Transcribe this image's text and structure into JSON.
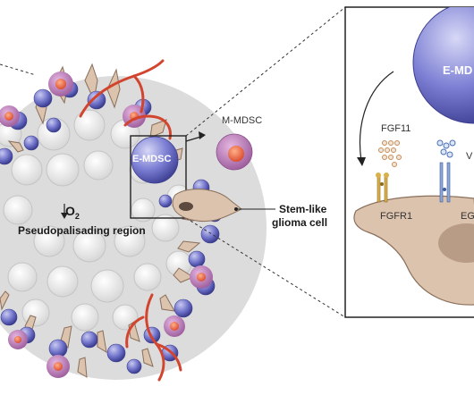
{
  "labels": {
    "m_mdsc": "M-MDSC",
    "e_mdsc": "E-MDSC",
    "e_mdsc_zoom": "E-MD",
    "o2_main": "O",
    "o2_sub": "2",
    "pseudo": "Pseudopalisading region",
    "stem_line1": "Stem-like",
    "stem_line2": "glioma cell",
    "fgf11": "FGF11",
    "fgfr1": "FGFR1",
    "egfr_partial": "EG",
    "v_partial": "V"
  },
  "colors": {
    "mdsc_blue": "#6f72c9",
    "mmdsc_purple": "#b874b4",
    "mmdsc_core": "#e8663a",
    "vessel_red": "#d2442e",
    "glioma_tan": "#dcc3ae",
    "necrotic_white": "#e6e6e6",
    "outline": "#333333"
  }
}
